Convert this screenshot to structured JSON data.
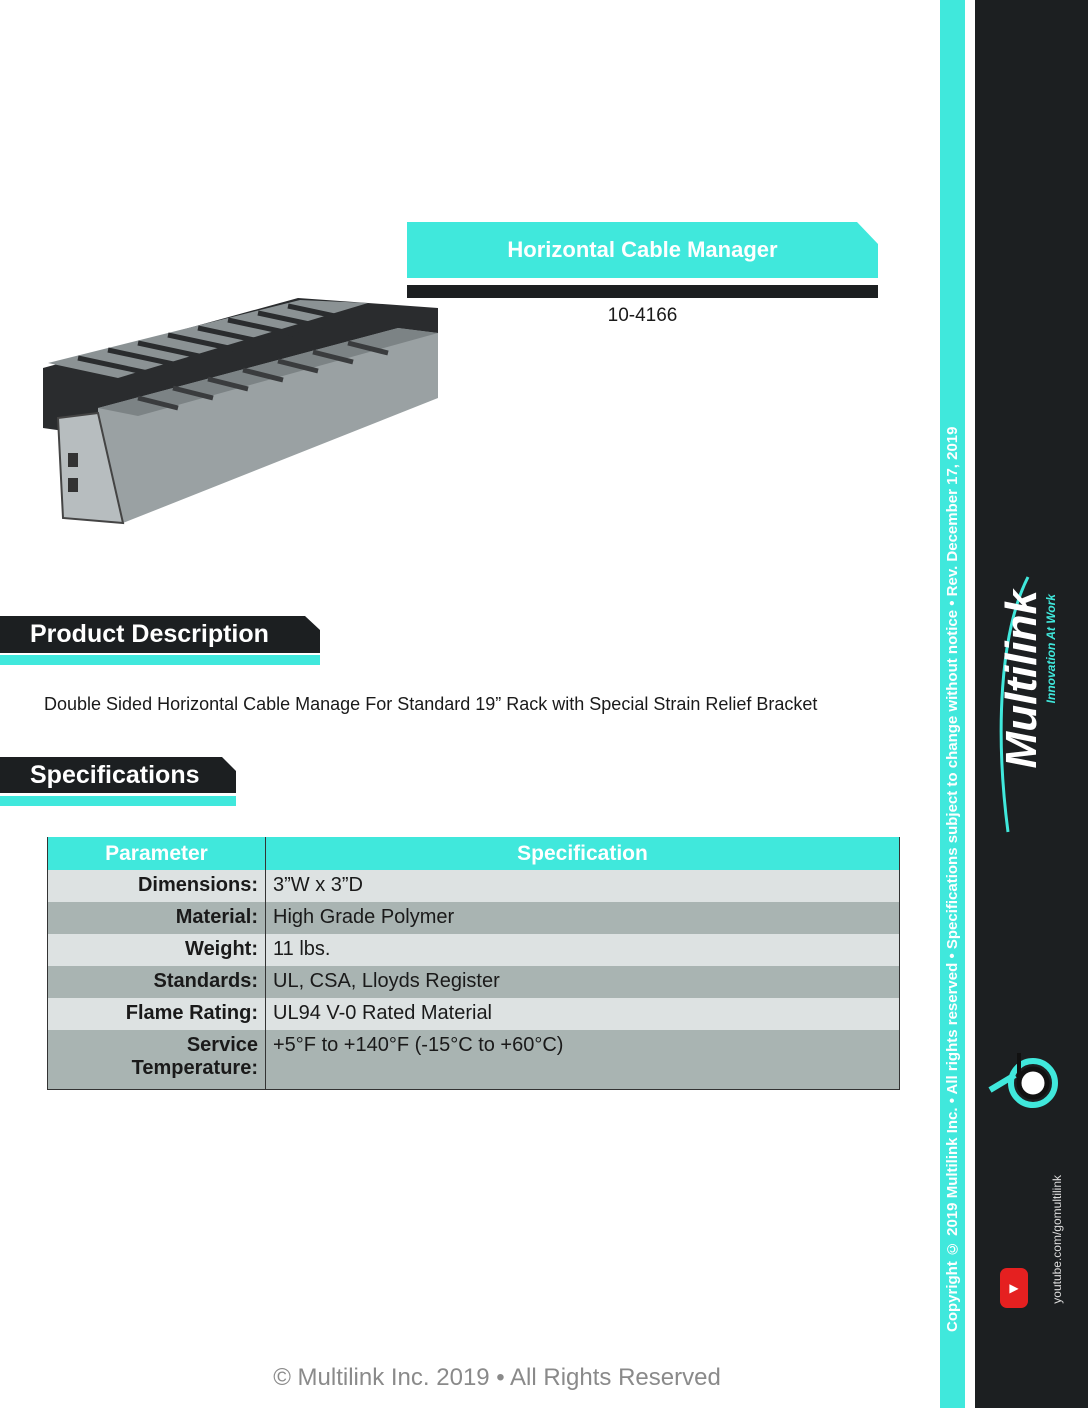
{
  "header": {
    "title": "Horizontal Cable Manager",
    "part_number": "10-4166"
  },
  "product_description": {
    "heading": "Product Description",
    "text": "Double Sided Horizontal Cable Manage For Standard 19” Rack with Special Strain Relief Bracket"
  },
  "specifications": {
    "heading": "Specifications",
    "columns": [
      "Parameter",
      "Specification"
    ],
    "rows": [
      {
        "param": "Dimensions:",
        "value": "3”W x 3”D"
      },
      {
        "param": "Material:",
        "value": "High Grade Polymer"
      },
      {
        "param": "Weight:",
        "value": "11 lbs."
      },
      {
        "param": "Standards:",
        "value": "UL, CSA, Lloyds Register"
      },
      {
        "param": "Flame Rating:",
        "value": "UL94 V-0 Rated Material"
      },
      {
        "param": "Service Temperature:",
        "value": "+5°F to +140°F (-15°C to +60°C)"
      }
    ]
  },
  "footer": "© Multilink Inc. 2019  •  All Rights Reserved",
  "sidebar": {
    "copyright": "Copyright © 2019 Multilink Inc. • All rights reserved • Specifications subject to change without notice  •  Rev. December 17, 2019",
    "logo_text": "Multilink",
    "tagline": "Innovation At Work",
    "youtube_url": "youtube.com/gomultilink"
  },
  "colors": {
    "accent": "#40e8dc",
    "dark": "#1c1f21",
    "row_light": "#dde2e2",
    "row_dark": "#a9b4b2"
  }
}
